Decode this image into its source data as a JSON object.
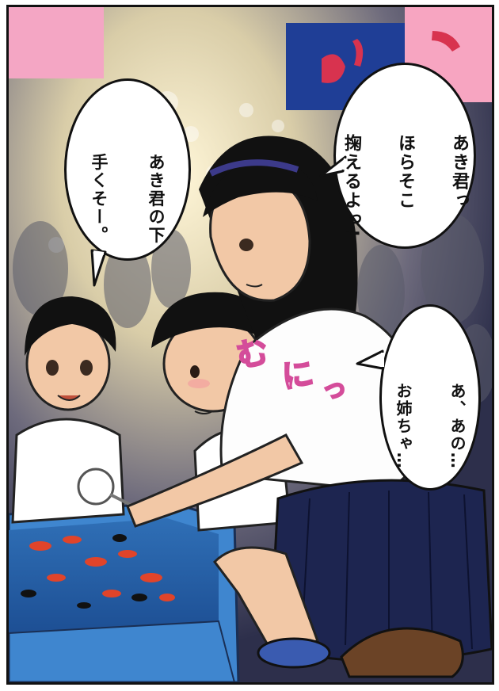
{
  "balloons": {
    "girl": [
      "あき君っ",
      "ほらそこ",
      "掬えるよっ!"
    ],
    "boy_left": [
      "あき君の下",
      "手くそー。"
    ],
    "boy_right": [
      "あ、あの…",
      "お姉ちゃ…"
    ]
  },
  "sfx": {
    "mu": "む",
    "ni": "に",
    "tsu": "っ"
  },
  "scene_items": [
    "festival-crowd",
    "stall-signs",
    "goldfish-tub",
    "goldfish",
    "paper-scoop",
    "boy-left",
    "boy-right",
    "girl"
  ]
}
